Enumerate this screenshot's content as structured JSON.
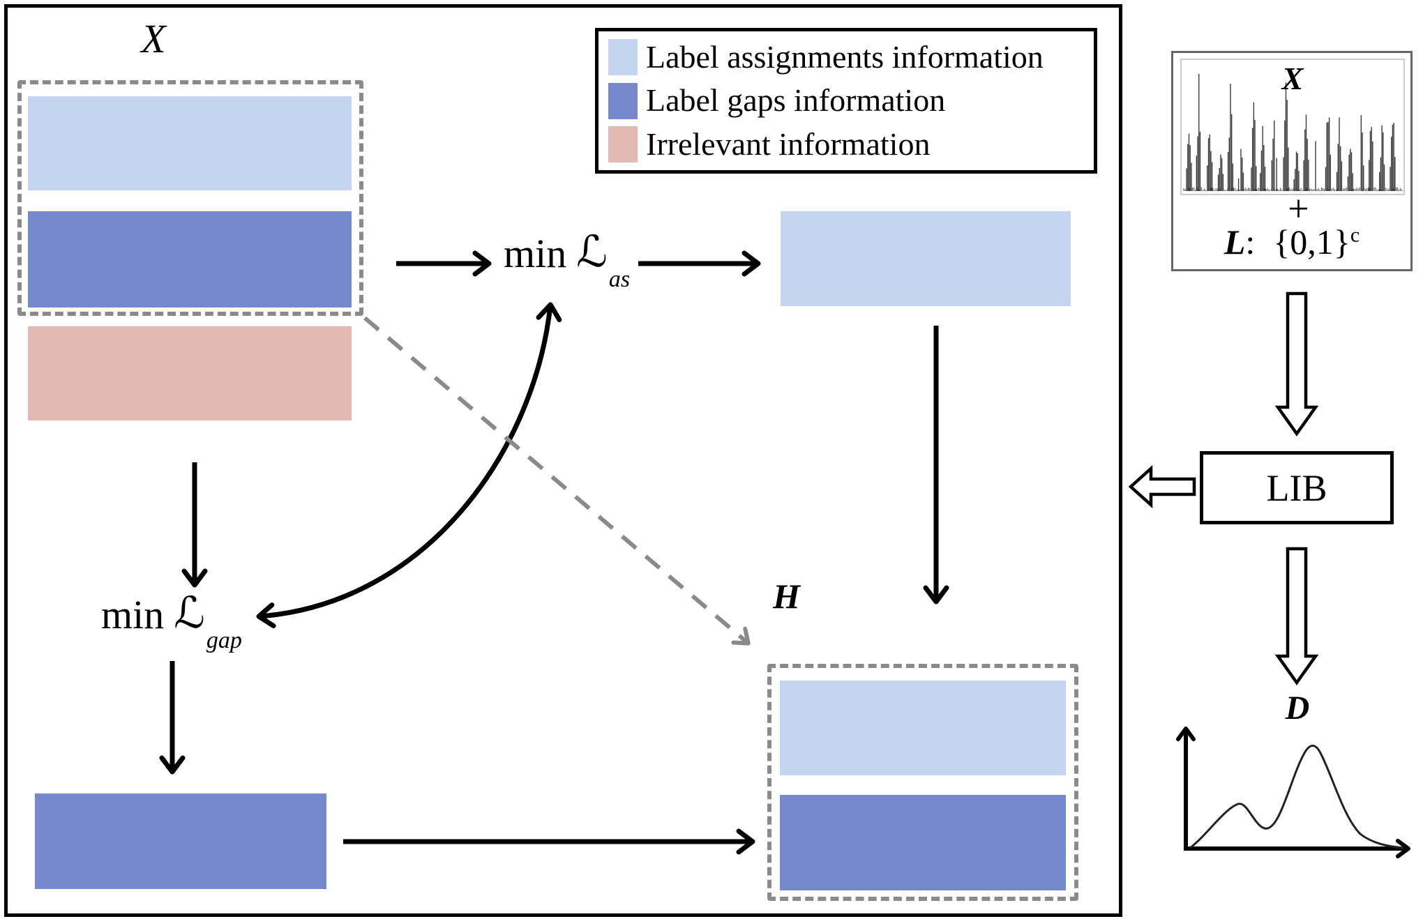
{
  "diagram": {
    "main": {
      "x_label": "X",
      "h_label": "H",
      "legend": {
        "items": [
          {
            "label": "Label assignments information",
            "color": "#c3d5f1"
          },
          {
            "label": "Label gaps information",
            "color": "#7589cc"
          },
          {
            "label": "Irrelevant information",
            "color": "#e2bab2"
          }
        ]
      },
      "loss_as": {
        "min": "min",
        "l": "ℒ",
        "sub": "as"
      },
      "loss_gap": {
        "min": "min",
        "l": "ℒ",
        "sub": "gap"
      }
    },
    "side": {
      "x_label": "X",
      "plus": "+",
      "l_label": "L",
      "colon": ":",
      "set": "{0,1}",
      "sup": "c",
      "lib": "LIB",
      "d_label": "D"
    },
    "colors": {
      "assignments": "#c3d5f1",
      "gaps": "#7589cc",
      "irrelevant": "#e2bab2",
      "dashed_gray": "#8a8a8a"
    }
  }
}
